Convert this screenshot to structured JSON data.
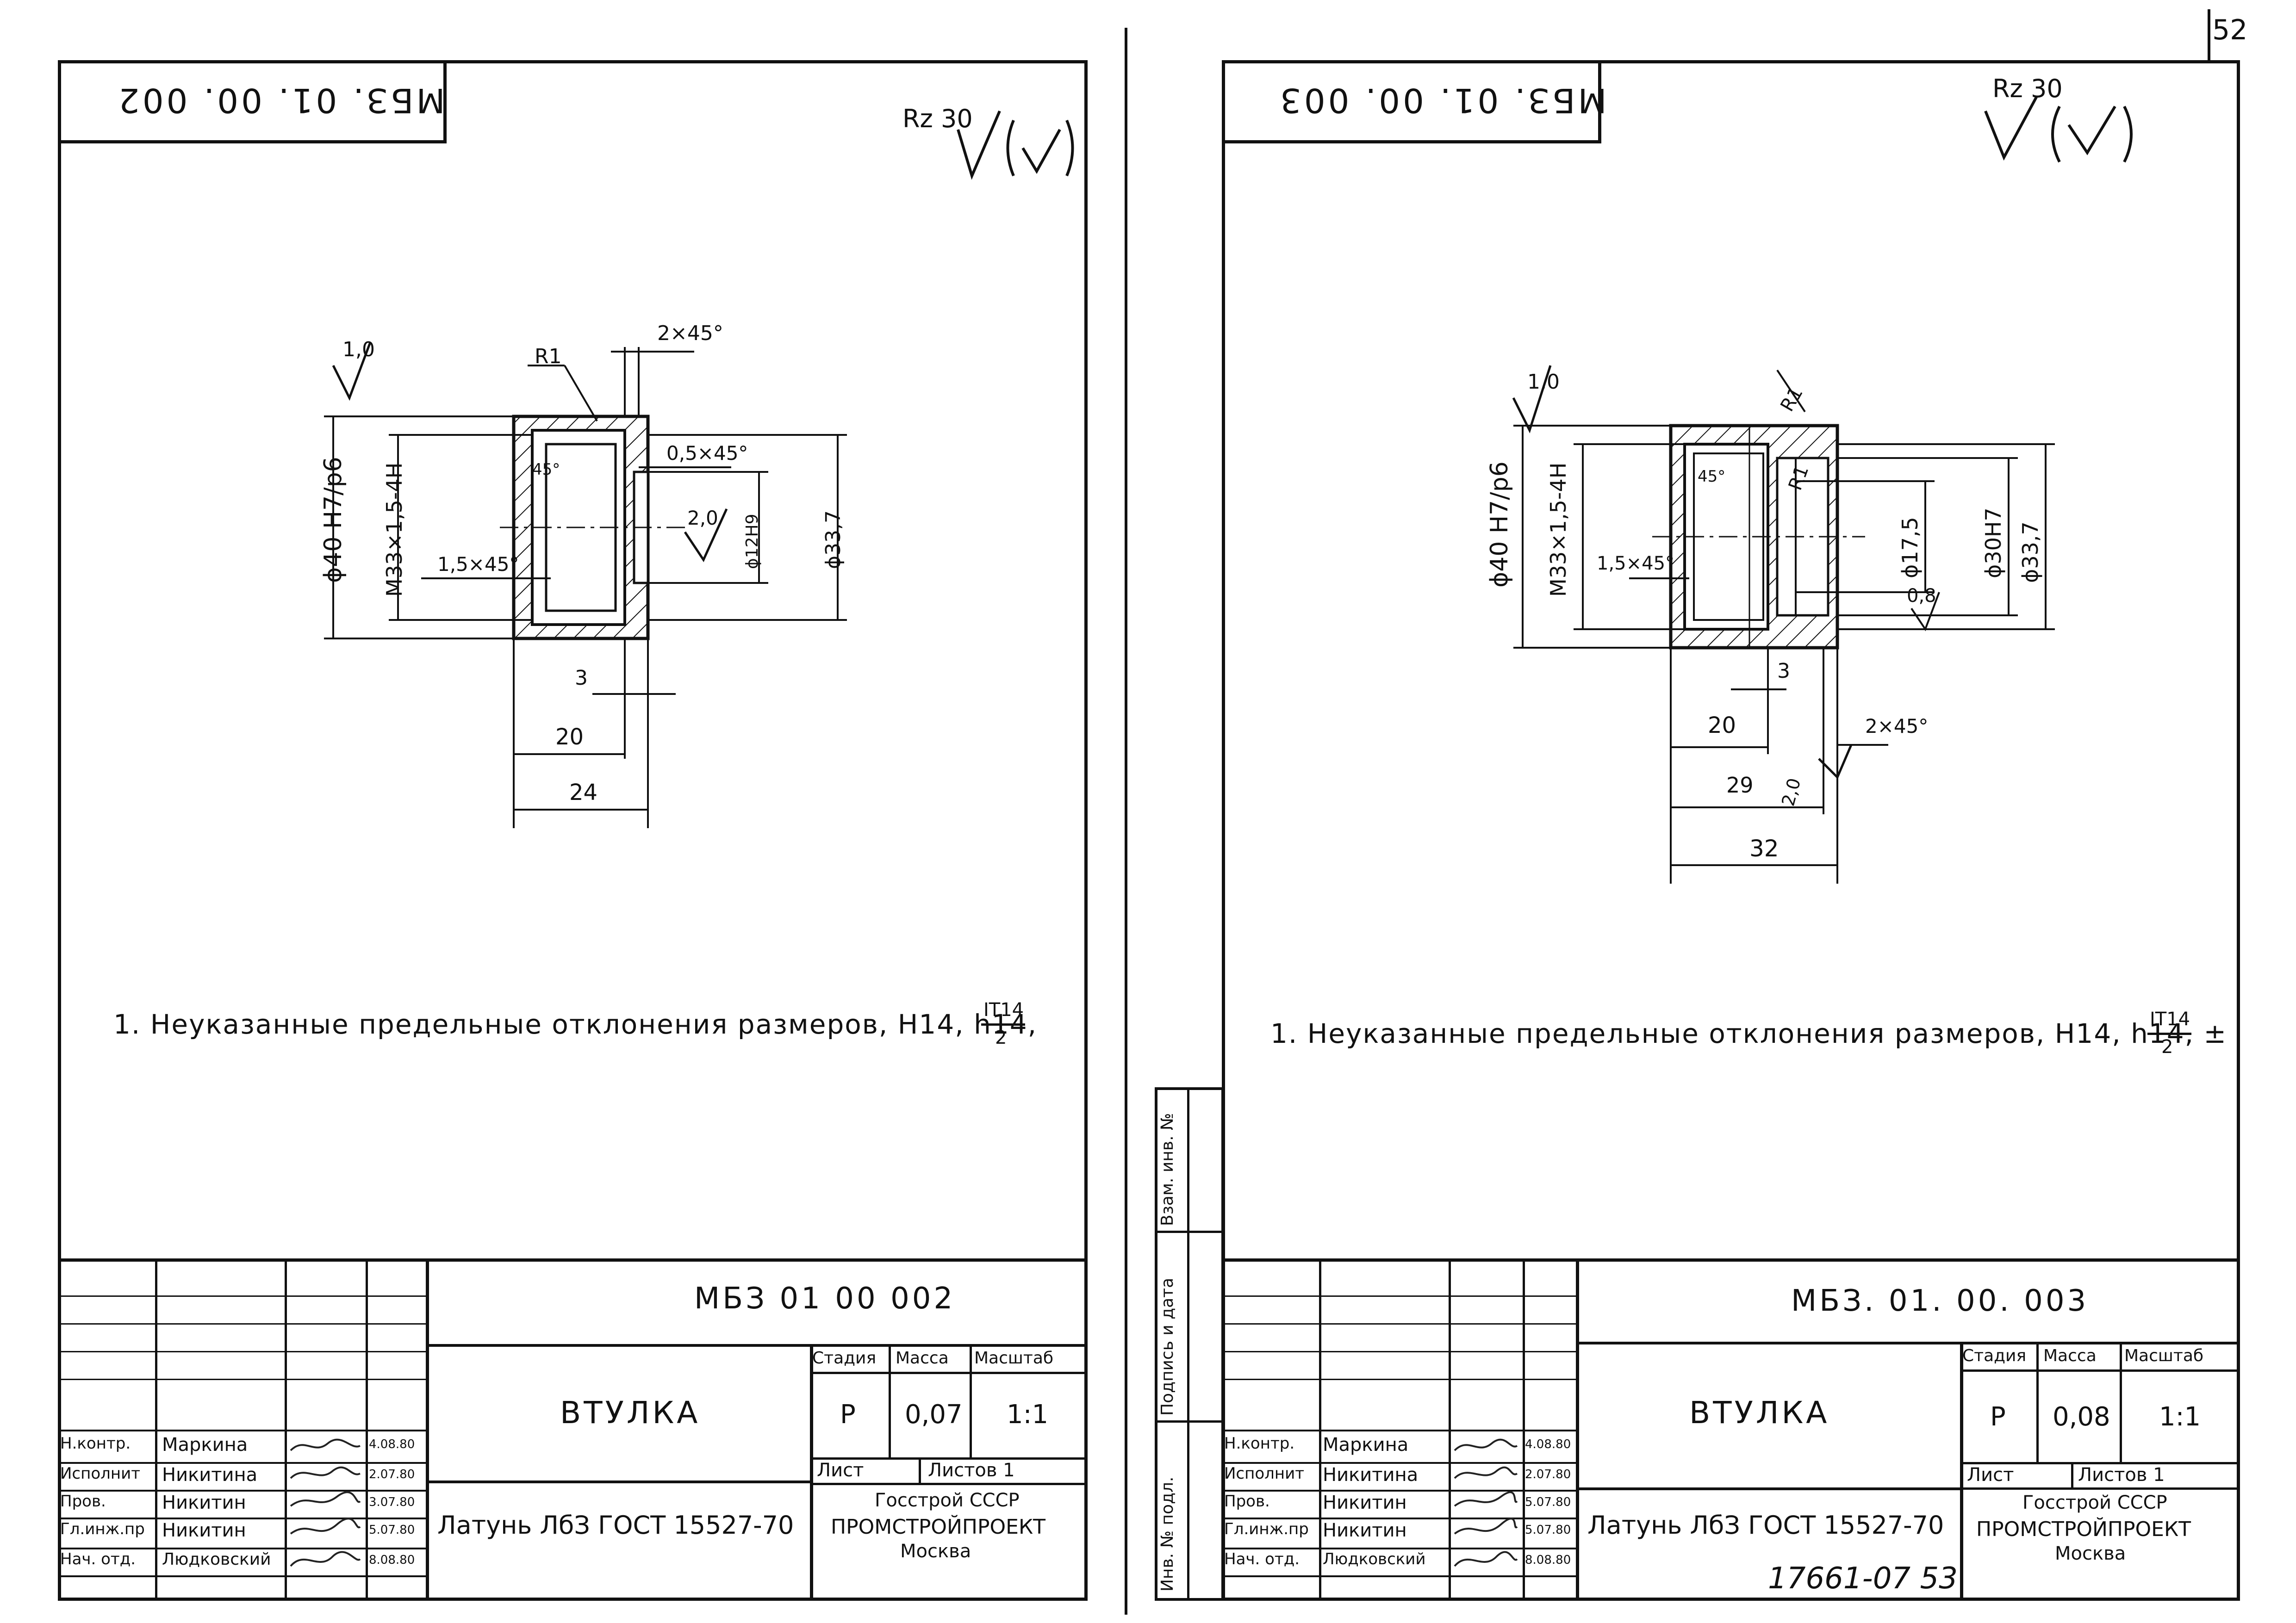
{
  "page_number": "52",
  "footer_code": "17661-07 53",
  "left": {
    "top_code": "МБЗ. 01. 00. 002",
    "roughness": "Rz 30",
    "note": "1. Неуказанные предельные отклонения размеров, H14, h14,",
    "note_fraction_num": "IT14",
    "note_fraction_den": "2",
    "dims": {
      "d_outer": "ϕ40 H7/p6",
      "thread": "M33×1,5-4H",
      "r1": "R1",
      "chamfer_top": "2×45°",
      "chamfer_05": "0,5×45°",
      "angle_45": "45°",
      "rough_20": "2,0",
      "d12": "ϕ12H9",
      "d337": "ϕ33,7",
      "chamfer_15": "1,5×45°",
      "rough_10": "1,0",
      "dim3": "3",
      "dim20": "20",
      "dim24": "24"
    },
    "title": {
      "code": "МБЗ 01 00 002",
      "name": "ВТУЛКА",
      "material": "Латунь ЛбЗ ГОСТ 15527-70",
      "stage_hdr": "Стадия",
      "mass_hdr": "Масса",
      "scale_hdr": "Масштаб",
      "stage": "Р",
      "mass": "0,07",
      "scale": "1:1",
      "sheet": "Лист",
      "sheets": "Листов 1",
      "org1": "Госстрой СССР",
      "org2": "ПРОМСТРОЙПРОЕКТ",
      "org3": "Москва",
      "people": [
        {
          "role": "Н.контр.",
          "name": "Маркина",
          "date": "4.08.80"
        },
        {
          "role": "Исполнит",
          "name": "Никитина",
          "date": "2.07.80"
        },
        {
          "role": "Пров.",
          "name": "Никитин",
          "date": "3.07.80"
        },
        {
          "role": "Гл.инж.пр",
          "name": "Никитин",
          "date": "5.07.80"
        },
        {
          "role": "Нач. отд.",
          "name": "Людковский",
          "date": "8.08.80"
        }
      ]
    }
  },
  "right": {
    "top_code": "МБЗ. 01. 00. 003",
    "roughness": "Rz 30",
    "note": "1. Неуказанные предельные отклонения размеров, H14, h14, ±",
    "note_fraction_num": "IT14",
    "note_fraction_den": "2",
    "dims": {
      "d_outer": "ϕ40 H7/p6",
      "thread": "M33×1,5-4H",
      "r1a": "R1",
      "r1b": "R1",
      "angle_45": "45°",
      "d175": "ϕ17,5",
      "d30": "ϕ30H7",
      "d337": "ϕ33,7",
      "rough_08": "0,8",
      "chamfer_15": "1,5×45°",
      "rough_10": "1,0",
      "dim3": "3",
      "dim20": "20",
      "chamfer_2": "2×45°",
      "dim29": "29",
      "rough_20": "2,0",
      "dim32": "32"
    },
    "title": {
      "code": "МБЗ. 01. 00. 003",
      "name": "ВТУЛКА",
      "material": "Латунь ЛбЗ ГОСТ 15527-70",
      "stage_hdr": "Стадия",
      "mass_hdr": "Масса",
      "scale_hdr": "Масштаб",
      "stage": "Р",
      "mass": "0,08",
      "scale": "1:1",
      "sheet": "Лист",
      "sheets": "Листов 1",
      "org1": "Госстрой СССР",
      "org2": "ПРОМСТРОЙПРОЕКТ",
      "org3": "Москва",
      "people": [
        {
          "role": "Н.контр.",
          "name": "Маркина",
          "date": "4.08.80"
        },
        {
          "role": "Исполнит",
          "name": "Никитина",
          "date": "2.07.80"
        },
        {
          "role": "Пров.",
          "name": "Никитин",
          "date": "5.07.80"
        },
        {
          "role": "Гл.инж.пр",
          "name": "Никитин",
          "date": "5.07.80"
        },
        {
          "role": "Нач. отд.",
          "name": "Людковский",
          "date": "8.08.80"
        }
      ]
    },
    "side_labels": {
      "inv_podl": "Инв. № подл.",
      "podpis": "Подпись и дата",
      "vzam": "Взам. инв. №"
    }
  }
}
